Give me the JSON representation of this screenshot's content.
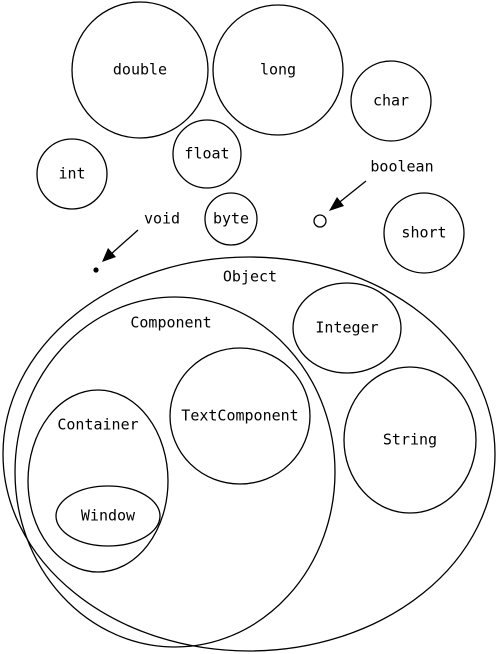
{
  "types": {
    "double": "double",
    "long": "long",
    "char": "char",
    "float": "float",
    "int": "int",
    "boolean": "boolean",
    "byte": "byte",
    "void": "void",
    "short": "short",
    "object": "Object",
    "component": "Component",
    "integer": "Integer",
    "text_component": "TextComponent",
    "container": "Container",
    "string": "String",
    "window": "Window"
  }
}
